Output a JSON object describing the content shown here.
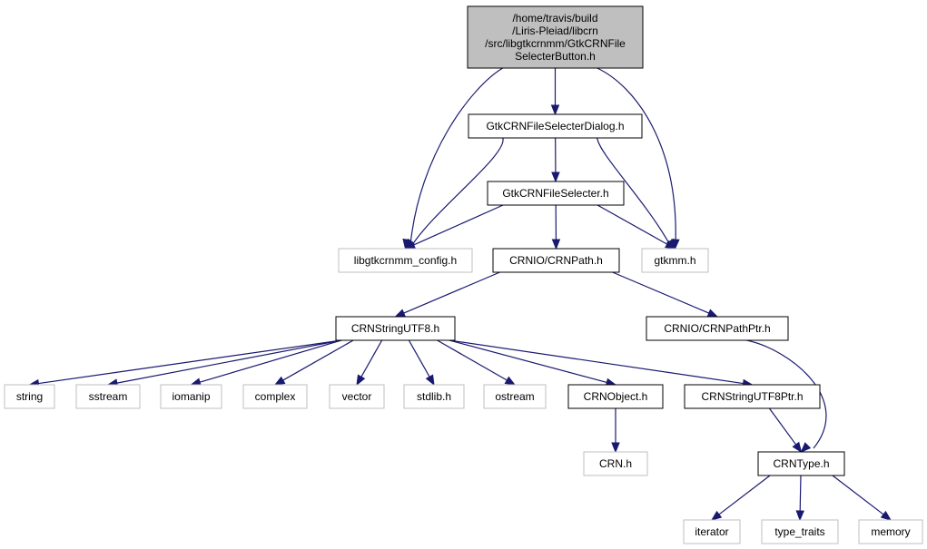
{
  "colors": {
    "edge": "#191970",
    "root_fill": "#bfbfbf",
    "node_stroke": "#000000",
    "external_stroke": "#bfbfbf",
    "node_fill": "#ffffff"
  },
  "nodes": {
    "root": {
      "lines": [
        "/home/travis/build",
        "/Liris-Pleiad/libcrn",
        "/src/libgtkcrnmm/GtkCRNFile",
        "SelecterButton.h"
      ],
      "kind": "root"
    },
    "dialog": {
      "lines": [
        "GtkCRNFileSelecterDialog.h"
      ],
      "kind": "documented"
    },
    "selecter": {
      "lines": [
        "GtkCRNFileSelecter.h"
      ],
      "kind": "documented"
    },
    "config": {
      "lines": [
        "libgtkcrnmm_config.h"
      ],
      "kind": "external"
    },
    "crnpath": {
      "lines": [
        "CRNIO/CRNPath.h"
      ],
      "kind": "documented"
    },
    "gtkmm": {
      "lines": [
        "gtkmm.h"
      ],
      "kind": "external"
    },
    "utf8": {
      "lines": [
        "CRNStringUTF8.h"
      ],
      "kind": "documented"
    },
    "pathptr": {
      "lines": [
        "CRNIO/CRNPathPtr.h"
      ],
      "kind": "documented"
    },
    "string": {
      "lines": [
        "string"
      ],
      "kind": "external"
    },
    "sstream": {
      "lines": [
        "sstream"
      ],
      "kind": "external"
    },
    "iomanip": {
      "lines": [
        "iomanip"
      ],
      "kind": "external"
    },
    "complex": {
      "lines": [
        "complex"
      ],
      "kind": "external"
    },
    "vector": {
      "lines": [
        "vector"
      ],
      "kind": "external"
    },
    "stdlib": {
      "lines": [
        "stdlib.h"
      ],
      "kind": "external"
    },
    "ostream": {
      "lines": [
        "ostream"
      ],
      "kind": "external"
    },
    "crnobject": {
      "lines": [
        "CRNObject.h"
      ],
      "kind": "documented"
    },
    "utf8ptr": {
      "lines": [
        "CRNStringUTF8Ptr.h"
      ],
      "kind": "documented"
    },
    "crn": {
      "lines": [
        "CRN.h"
      ],
      "kind": "external"
    },
    "crntype": {
      "lines": [
        "CRNType.h"
      ],
      "kind": "documented"
    },
    "iterator": {
      "lines": [
        "iterator"
      ],
      "kind": "external"
    },
    "type_traits": {
      "lines": [
        "type_traits"
      ],
      "kind": "external"
    },
    "memory": {
      "lines": [
        "memory"
      ],
      "kind": "external"
    }
  },
  "edges": [
    [
      "root",
      "dialog"
    ],
    [
      "root",
      "config"
    ],
    [
      "root",
      "gtkmm"
    ],
    [
      "dialog",
      "selecter"
    ],
    [
      "dialog",
      "config"
    ],
    [
      "dialog",
      "gtkmm"
    ],
    [
      "selecter",
      "config"
    ],
    [
      "selecter",
      "crnpath"
    ],
    [
      "selecter",
      "gtkmm"
    ],
    [
      "crnpath",
      "utf8"
    ],
    [
      "crnpath",
      "pathptr"
    ],
    [
      "utf8",
      "string"
    ],
    [
      "utf8",
      "sstream"
    ],
    [
      "utf8",
      "iomanip"
    ],
    [
      "utf8",
      "complex"
    ],
    [
      "utf8",
      "vector"
    ],
    [
      "utf8",
      "stdlib"
    ],
    [
      "utf8",
      "ostream"
    ],
    [
      "utf8",
      "crnobject"
    ],
    [
      "utf8",
      "utf8ptr"
    ],
    [
      "pathptr",
      "crntype"
    ],
    [
      "crnobject",
      "crn"
    ],
    [
      "utf8ptr",
      "crntype"
    ],
    [
      "crntype",
      "iterator"
    ],
    [
      "crntype",
      "type_traits"
    ],
    [
      "crntype",
      "memory"
    ]
  ]
}
